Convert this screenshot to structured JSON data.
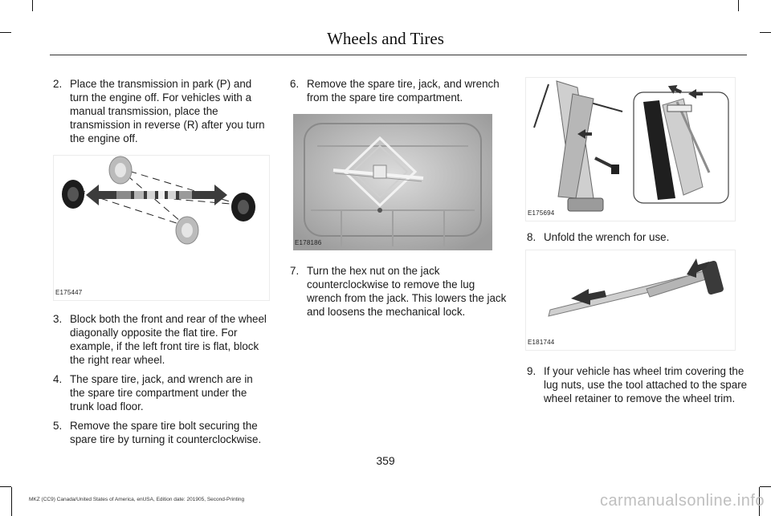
{
  "header": {
    "title": "Wheels and Tires"
  },
  "column1": {
    "step2": {
      "number": "2.",
      "text": "Place the transmission in park (P) and turn the engine off. For vehicles with a manual transmission, place the transmission in reverse (R) after you turn the engine off."
    },
    "figure1": {
      "label": "E175447"
    },
    "step3": {
      "number": "3.",
      "text": "Block both the front and rear of the wheel diagonally opposite the flat tire. For example, if the left front tire is flat, block the right rear wheel."
    },
    "step4": {
      "number": "4.",
      "text": "The spare tire, jack, and wrench are in the spare tire compartment under the trunk load floor."
    },
    "step5": {
      "number": "5.",
      "text": "Remove the spare tire bolt securing the spare tire by turning it counterclockwise."
    }
  },
  "column2": {
    "step6": {
      "number": "6.",
      "text": "Remove the spare tire, jack, and wrench from the spare tire compartment."
    },
    "figure2": {
      "label": "E178186"
    },
    "step7": {
      "number": "7.",
      "text": "Turn the hex nut on the jack counterclockwise to remove the lug wrench from the jack. This lowers the jack and loosens the mechanical lock."
    }
  },
  "column3": {
    "figure3": {
      "label": "E175694"
    },
    "step8": {
      "number": "8.",
      "text": "Unfold the wrench for use."
    },
    "figure4": {
      "label": "E181744"
    },
    "step9": {
      "number": "9.",
      "text": "If your vehicle has wheel trim covering the lug nuts, use the tool attached to the spare wheel retainer to remove the wheel trim."
    }
  },
  "footer": {
    "page_number": "359",
    "edition_text": "MKZ (CC9) Canada/United States of America, enUSA, Edition date: 201905, Second-Printing",
    "watermark": "carmanualsonline.info"
  }
}
